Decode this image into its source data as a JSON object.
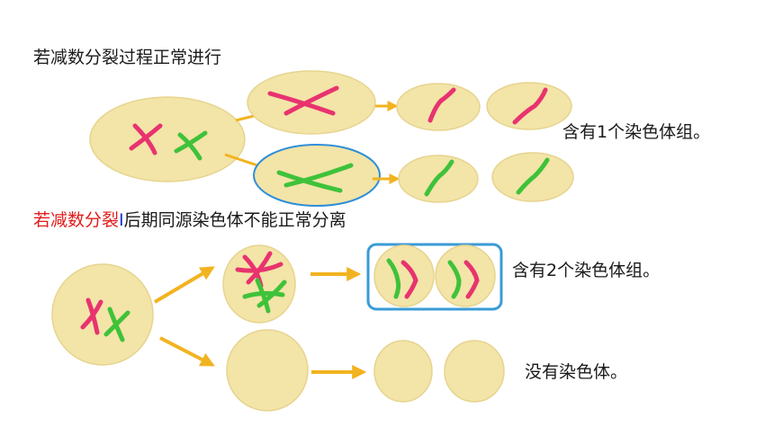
{
  "texts": {
    "normal_title": "若减数分裂过程正常进行",
    "abnormal_title_part1": "若减数分裂",
    "abnormal_title_sep": "Ⅰ",
    "abnormal_title_part2": "后期同源染色体不能正常分离",
    "label_one_set": "含有1个染色体组。",
    "label_two_sets": "含有2个染色体组。",
    "label_none": "没有染色体。"
  },
  "colors": {
    "cell": "#f3e4a8",
    "cell_edge": "#e6d48e",
    "arrow": "#f2b320",
    "pink": "#e8336f",
    "green": "#3fc23a",
    "highlight_box": "#3a9bd6",
    "blue_outline": "#2f8fd8"
  }
}
